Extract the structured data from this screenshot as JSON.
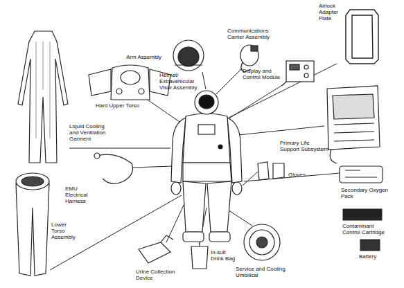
{
  "diagram": {
    "labels": [
      "Communications Carrier Assembly",
      "Airlock Adapter Plate",
      "Arm Assembly",
      "Display and Control Module",
      "Helmet/ Extravehicular Visor Assembly",
      "Hard Upper Torso",
      "Liquid Cooling and Ventilation Garment",
      "Primary Life Support Subsystem",
      "Gloves",
      "EMU Electrical Harness",
      "Secondary Oxygen Pack",
      "Lower Torso Assembly",
      "Contaminant Control Cartridge",
      "Battery",
      "In-suit Drink Bag",
      "Service and Cooling Umbilical",
      "Urine Collection Device"
    ]
  }
}
